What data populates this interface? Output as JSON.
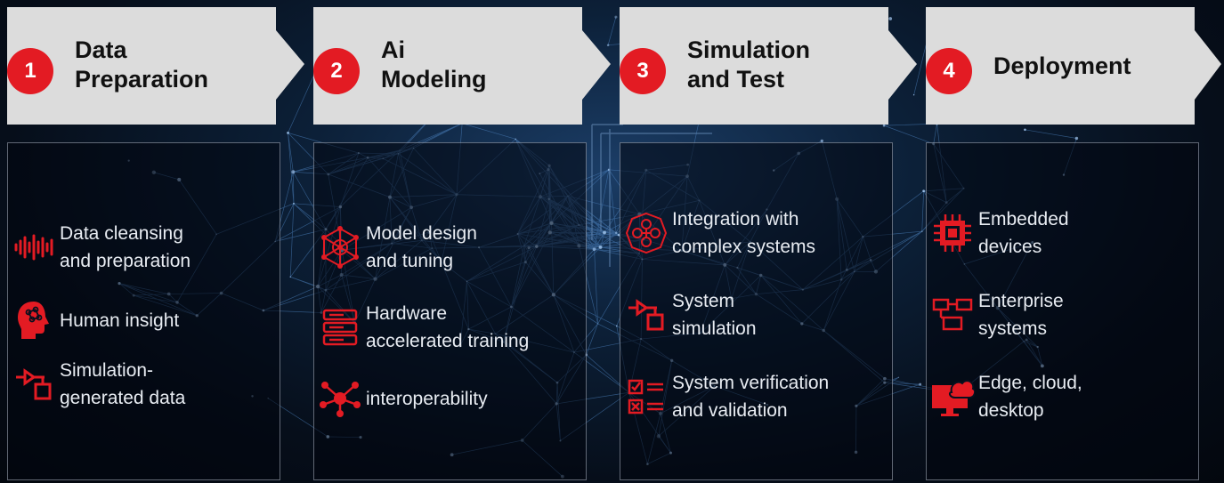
{
  "steps": [
    {
      "number": "1",
      "title_line1": "Data",
      "title_line2": "Preparation",
      "items": [
        {
          "icon": "waveform-icon",
          "label": "Data cleansing\nand preparation"
        },
        {
          "icon": "human-head-icon",
          "label": "Human insight"
        },
        {
          "icon": "simulation-icon",
          "label": "Simulation-\ngenerated data"
        }
      ]
    },
    {
      "number": "2",
      "title_line1": "Ai",
      "title_line2": "Modeling",
      "items": [
        {
          "icon": "network-model-icon",
          "label": "Model design\nand tuning"
        },
        {
          "icon": "server-rack-icon",
          "label": "Hardware\naccelerated training"
        },
        {
          "icon": "hub-nodes-icon",
          "label": "interoperability"
        }
      ]
    },
    {
      "number": "3",
      "title_line1": "Simulation",
      "title_line2": "and Test",
      "items": [
        {
          "icon": "complex-system-icon",
          "label": "Integration with\ncomplex systems"
        },
        {
          "icon": "simulation-icon",
          "label": "System\nsimulation"
        },
        {
          "icon": "checklist-icon",
          "label": "System verification\nand validation"
        }
      ]
    },
    {
      "number": "4",
      "title_line1": "Deployment",
      "title_line2": "",
      "items": [
        {
          "icon": "chip-icon",
          "label": "Embedded\ndevices"
        },
        {
          "icon": "networked-computers-icon",
          "label": "Enterprise\nsystems"
        },
        {
          "icon": "cloud-desktop-icon",
          "label": "Edge, cloud,\ndesktop"
        }
      ]
    }
  ],
  "colors": {
    "accent": "#e31b23",
    "header_bg": "#dcdcdc",
    "panel_text": "#e8ecf2"
  }
}
